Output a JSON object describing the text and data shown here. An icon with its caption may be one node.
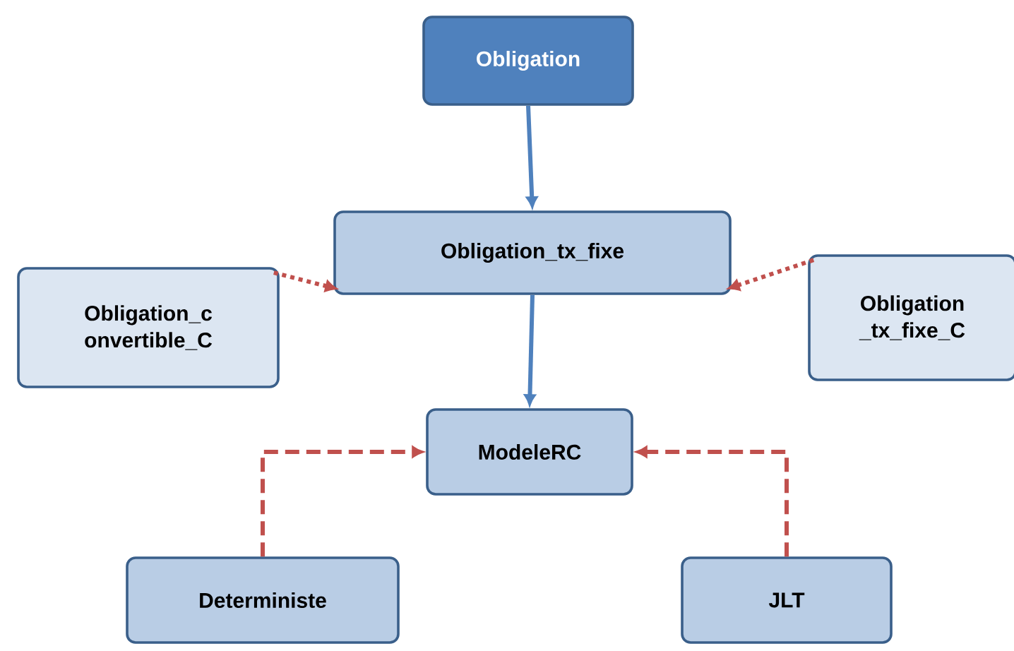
{
  "diagram": {
    "nodes": [
      {
        "text": [
          "Obligation"
        ]
      },
      {
        "text": [
          "Obligation_tx_fixe"
        ]
      },
      {
        "text": [
          "Obligation_c onvertible_C"
        ]
      },
      {
        "text": [
          "Obligation _tx_fixe_C"
        ]
      },
      {
        "text": [
          "ModeleRC"
        ]
      },
      {
        "text": [
          "Deterministe"
        ]
      },
      {
        "text": [
          "JLT"
        ]
      }
    ],
    "edges": [
      {
        "from": 0,
        "to": 1,
        "arrow": "to",
        "color": "#4f81bd"
      },
      {
        "from": 2,
        "to": 1,
        "arrow": "to",
        "style": "dashed",
        "color": "#c0504d"
      },
      {
        "from": 3,
        "to": 1,
        "arrow": "to",
        "style": "dashed",
        "color": "#c0504d"
      },
      {
        "from": 1,
        "to": 4,
        "arrow": "to",
        "color": "#4f81bd"
      },
      {
        "from": 5,
        "to": 4,
        "arrow": "to",
        "style": "dashed",
        "color": "#c0504d"
      },
      {
        "from": 6,
        "to": 4,
        "arrow": "to",
        "style": "dashed",
        "color": "#c0504d"
      }
    ]
  }
}
